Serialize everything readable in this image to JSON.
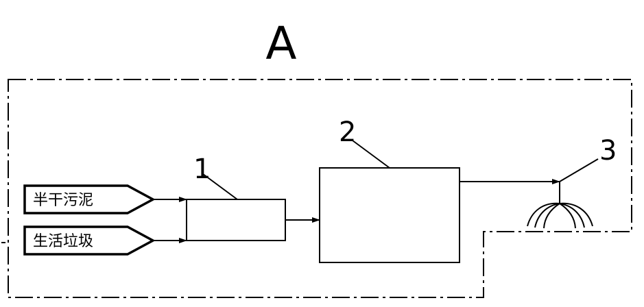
{
  "diagram": {
    "title": "A",
    "inputs": {
      "sludge": "半干污泥",
      "waste": "生活垃圾"
    },
    "callouts": {
      "one": "1",
      "two": "2",
      "three": "3"
    }
  }
}
